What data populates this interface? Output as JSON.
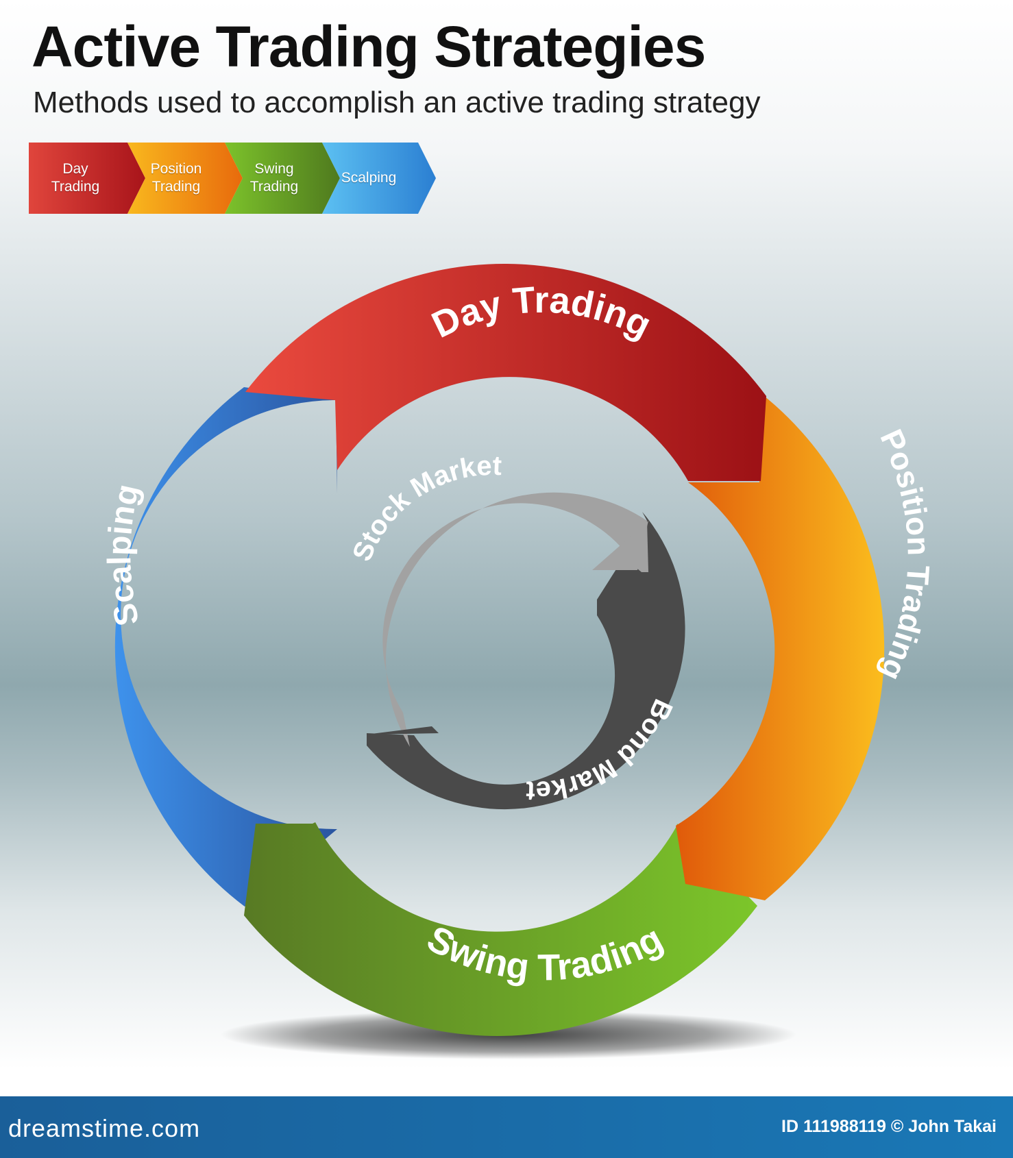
{
  "header": {
    "title": "Active Trading Strategies",
    "subtitle": "Methods used to accomplish an active trading strategy"
  },
  "legend": [
    {
      "label": "Day\nTrading",
      "color": "#d23a34"
    },
    {
      "label": "Position\nTrading",
      "color": "#f0921a"
    },
    {
      "label": "Swing\nTrading",
      "color": "#5e9e22"
    },
    {
      "label": "Scalping",
      "color": "#3b95de"
    }
  ],
  "outer_ring": [
    {
      "label": "Day Trading",
      "color": "#d83a34",
      "dark": "#a51317"
    },
    {
      "label": "Position Trading",
      "color": "#f7a91c",
      "dark": "#e36a0c"
    },
    {
      "label": "Swing Trading",
      "color": "#76b82a",
      "dark": "#587a24"
    },
    {
      "label": "Scalping",
      "color": "#3c8fe6",
      "dark": "#2a5fa8"
    }
  ],
  "inner_ring": [
    {
      "label": "Stock Market",
      "color": "#a3a3a3"
    },
    {
      "label": "Bond Market",
      "color": "#4a4a4a"
    }
  ],
  "footer": {
    "brand": "dreamstime.com",
    "credit": "ID 111988119 © John Takai"
  }
}
